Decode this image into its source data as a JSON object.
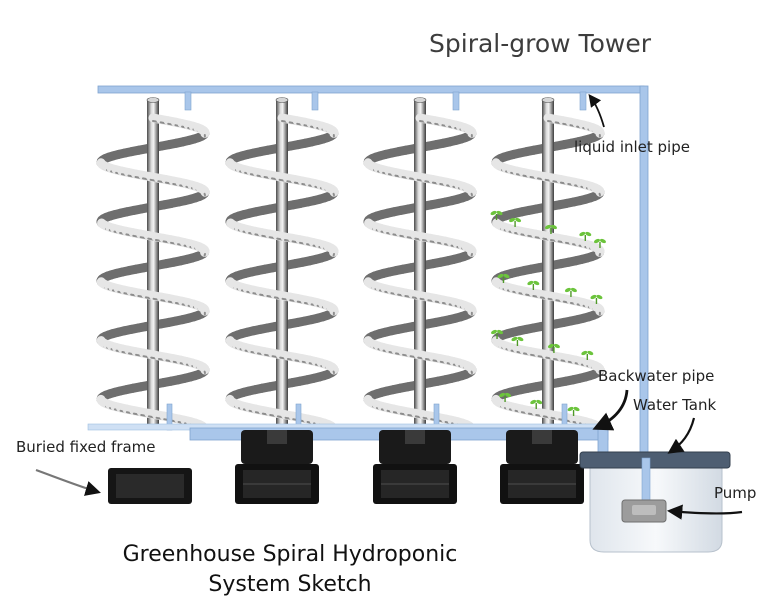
{
  "title": "Spiral-grow Tower",
  "caption": [
    "Greenhouse Spiral Hydroponic",
    "System Sketch"
  ],
  "labels": {
    "inlet_pipe": "liquid inlet pipe",
    "backwater_pipe": "Backwater pipe",
    "water_tank": "Water Tank",
    "pump": "Pump",
    "frame": "Buried fixed frame"
  },
  "towers": [
    {
      "id": "tower-1",
      "planted": false
    },
    {
      "id": "tower-2",
      "planted": false
    },
    {
      "id": "tower-3",
      "planted": false
    },
    {
      "id": "tower-4",
      "planted": true
    }
  ],
  "colors": {
    "pipe": "#a9c6ea",
    "pipe_edge": "#7fa3cf",
    "tank_lid": "#4e5e72",
    "tank_body": "#e9eef3",
    "base": "#111111",
    "plant": "#6cc43c",
    "steel": "#9a9a9a"
  }
}
